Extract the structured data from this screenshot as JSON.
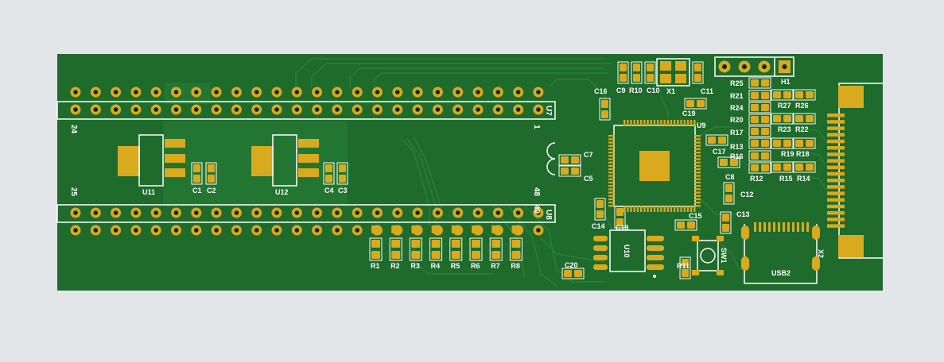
{
  "colors": {
    "background": "#e3e5e8",
    "board": "#1e6b2c",
    "trace": "#2c8a3b",
    "copper": "#d9a91e",
    "silk": "#ffffff",
    "drill": "#0b2a10"
  },
  "headers": {
    "u7": "U7",
    "u8": "U8",
    "pin_1": "1",
    "pin_24": "24",
    "pin_25": "25",
    "pin_48": "48",
    "pin_49": "49"
  },
  "regulators": [
    "U11",
    "U12"
  ],
  "resistor_row": [
    "R1",
    "R2",
    "R3",
    "R4",
    "R5",
    "R6",
    "R7",
    "R8"
  ],
  "labels": {
    "c1": "C1",
    "c2": "C2",
    "c3": "C3",
    "c4": "C4",
    "c5": "C5",
    "c7": "C7",
    "c8": "C8",
    "c9": "C9",
    "c10": "C10",
    "c11": "C11",
    "c12": "C12",
    "c13": "C13",
    "c14": "C14",
    "c15": "C15",
    "c16": "C16",
    "c17": "C17",
    "c18": "C18",
    "c19": "C19",
    "c20": "C20",
    "r10": "R10",
    "r11": "R11",
    "r12": "R12",
    "r13": "R13",
    "r14": "R14",
    "r15": "R15",
    "r16": "R16",
    "r17": "R17",
    "r18": "R18",
    "r19": "R19",
    "r20": "R20",
    "r21": "R21",
    "r22": "R22",
    "r23": "R23",
    "r24": "R24",
    "r25": "R25",
    "r26": "R26",
    "r27": "R27",
    "x1": "X1",
    "x2": "X2",
    "h1": "H1",
    "u9": "U9",
    "u10": "U10",
    "sw1": "SW1",
    "usb2": "USB2"
  }
}
